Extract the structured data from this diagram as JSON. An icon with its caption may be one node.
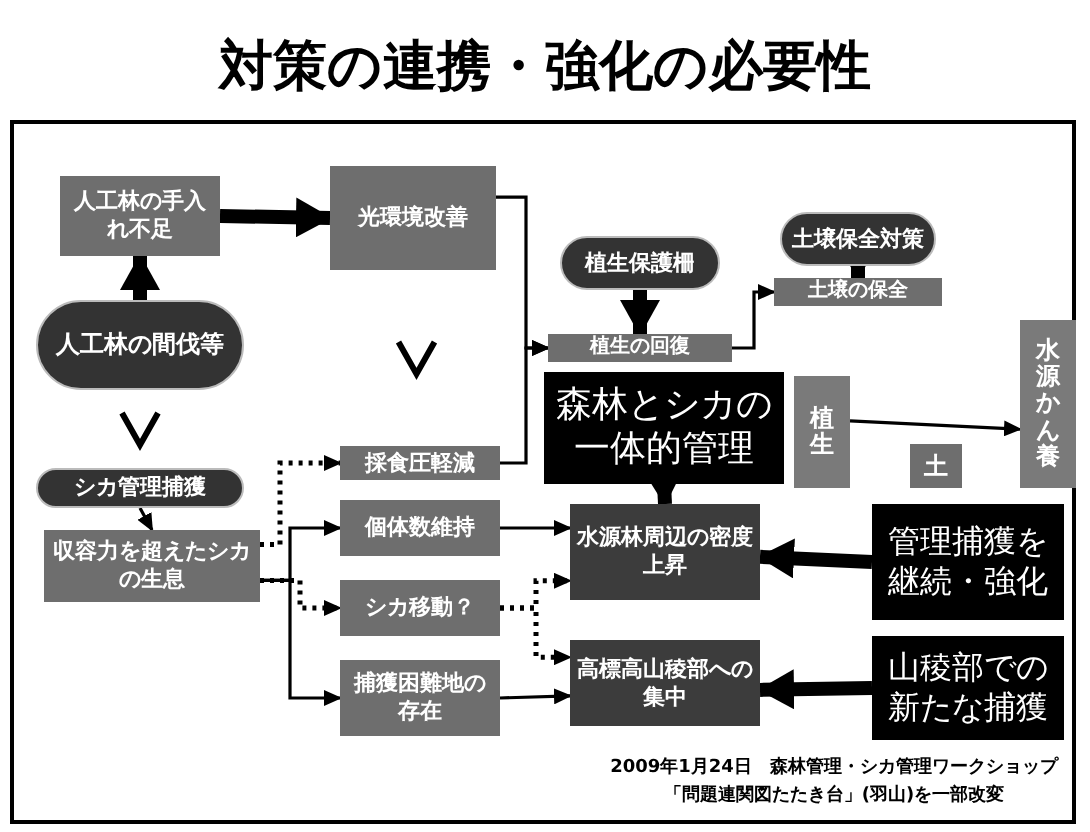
{
  "diagram": {
    "title": "対策の連携・強化の必要性",
    "caption": "2009年1月24日　森林管理・シカ管理ワークショップ「問題連関図たたき台」(羽山)を一部改変",
    "nodes": [
      {
        "text": [
          "人工林の手入れ不足"
        ]
      },
      {
        "text": [
          "人工林の間伐等"
        ]
      },
      {
        "text": [
          "シカ管理捕獲"
        ]
      },
      {
        "text": [
          "収容力を超えたシカの生息"
        ]
      },
      {
        "text": [
          "光環境改善"
        ]
      },
      {
        "text": [
          "採食圧軽減"
        ]
      },
      {
        "text": [
          "個体数維持"
        ]
      },
      {
        "text": [
          "シカ移動？"
        ]
      },
      {
        "text": [
          "捕獲困難地の存在"
        ]
      },
      {
        "text": [
          "植生保護柵"
        ]
      },
      {
        "text": [
          "植生の回復"
        ]
      },
      {
        "text": [
          "土壌保全対策"
        ]
      },
      {
        "text": [
          "土壌の保全"
        ]
      },
      {
        "text": [
          "森林とシカの一体的管理"
        ]
      },
      {
        "text": [
          "水源林周辺の密度上昇"
        ]
      },
      {
        "text": [
          "高標高山稜部への集中"
        ]
      },
      {
        "text": [
          "植生"
        ]
      },
      {
        "text": [
          "土"
        ]
      },
      {
        "text": [
          "水源かん養"
        ]
      },
      {
        "text": [
          "管理捕獲を継続・強化"
        ]
      },
      {
        "text": [
          "山稜部での新たな捕獲"
        ]
      }
    ],
    "edges": [
      {
        "from": 1,
        "to": 0,
        "arrow": "to",
        "style": "thick"
      },
      {
        "from": 0,
        "to": 4,
        "arrow": "to",
        "style": "thick"
      },
      {
        "from": 1,
        "to": 2,
        "arrow": "to"
      },
      {
        "from": 4,
        "to": 5,
        "arrow": "to"
      },
      {
        "from": 2,
        "to": 3,
        "arrow": "to"
      },
      {
        "from": 3,
        "to": 5,
        "arrow": "to",
        "style": "dashed"
      },
      {
        "from": 3,
        "to": 6,
        "arrow": "to"
      },
      {
        "from": 3,
        "to": 7,
        "arrow": "to",
        "style": "dashed"
      },
      {
        "from": 3,
        "to": 8,
        "arrow": "to"
      },
      {
        "from": 4,
        "to": 10,
        "arrow": "to"
      },
      {
        "from": 5,
        "to": 10,
        "arrow": "to"
      },
      {
        "from": 9,
        "to": 10,
        "arrow": "to",
        "style": "thick"
      },
      {
        "from": 11,
        "to": 12,
        "arrow": "to",
        "style": "thick"
      },
      {
        "from": 10,
        "to": 12,
        "arrow": "to"
      },
      {
        "from": 13,
        "to": 14,
        "arrow": "to",
        "style": "thick"
      },
      {
        "from": 6,
        "to": 14,
        "arrow": "to"
      },
      {
        "from": 7,
        "to": 14,
        "arrow": "to",
        "style": "dashed"
      },
      {
        "from": 7,
        "to": 15,
        "arrow": "to",
        "style": "dashed"
      },
      {
        "from": 8,
        "to": 15,
        "arrow": "to"
      },
      {
        "from": 16,
        "to": 18,
        "arrow": "to"
      },
      {
        "from": 19,
        "to": 14,
        "arrow": "to",
        "style": "thick"
      },
      {
        "from": 20,
        "to": 15,
        "arrow": "to",
        "style": "thick"
      }
    ]
  }
}
